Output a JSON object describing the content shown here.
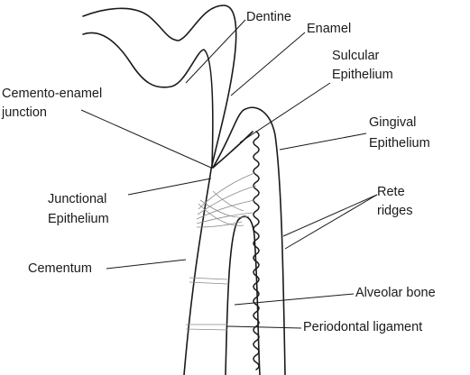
{
  "labels": {
    "dentine": "Dentine",
    "enamel": "Enamel",
    "sulcular_1": "Sulcular",
    "sulcular_2": "Epithelium",
    "cej_1": "Cemento-enamel",
    "cej_2": "junction",
    "gingival_1": "Gingival",
    "gingival_2": "Epithelium",
    "junctional_1": "Junctional",
    "junctional_2": "Epithelium",
    "rete_1": "Rete",
    "rete_2": "ridges",
    "cementum": "Cementum",
    "alveolar_bone": "Alveolar bone",
    "periodontal_ligament": "Periodontal ligament"
  }
}
